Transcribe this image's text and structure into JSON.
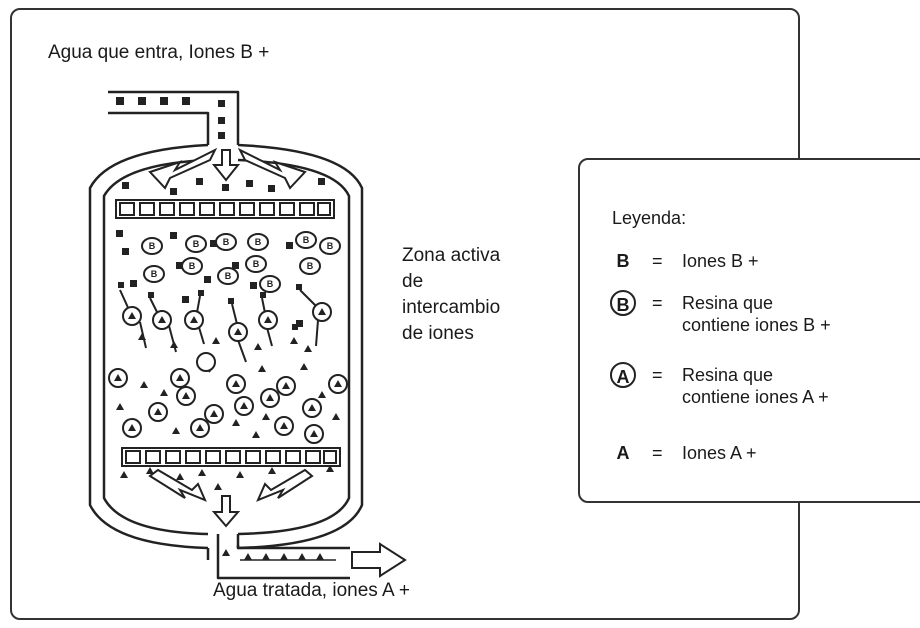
{
  "diagram": {
    "inlet_label": "Agua que entra, Iones B +",
    "outlet_label": "Agua tratada, iones A +",
    "zone_label": [
      "Zona activa",
      "de",
      "intercambio",
      "de iones"
    ]
  },
  "legend": {
    "title": "Leyenda:",
    "items": [
      {
        "symbol": "B",
        "circled": false,
        "equals": "=",
        "text": [
          "Iones B +"
        ]
      },
      {
        "symbol": "B",
        "circled": true,
        "equals": "=",
        "text": [
          "Resina que",
          "contiene iones B +"
        ]
      },
      {
        "symbol": "A",
        "circled": true,
        "equals": "=",
        "text": [
          "Resina que",
          "contiene iones A +"
        ]
      },
      {
        "symbol": "A",
        "circled": false,
        "equals": "=",
        "text": [
          "Iones A +"
        ]
      }
    ]
  }
}
